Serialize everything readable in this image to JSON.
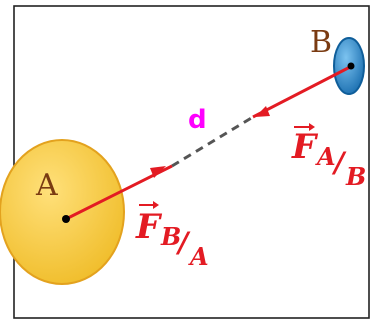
{
  "bodies": {
    "a": {
      "label": "A",
      "fill": "#F2C94C",
      "stroke": "#E6A520",
      "label_color": "#7A3B12"
    },
    "b": {
      "label": "B",
      "fill": "#2F8FD0",
      "stroke": "#0F5E9A",
      "label_color": "#7A3B12"
    }
  },
  "distance": {
    "label": "d",
    "color": "#FF00FF"
  },
  "forces": {
    "color": "#E31B23",
    "force_on_b": {
      "symbol": "F",
      "subscript": "A",
      "subscript2": "B"
    },
    "force_on_a": {
      "symbol": "F",
      "subscript": "B",
      "subscript2": "A"
    }
  },
  "colors": {
    "frame": "#222222",
    "dash": "#555555",
    "dot": "#000000"
  }
}
